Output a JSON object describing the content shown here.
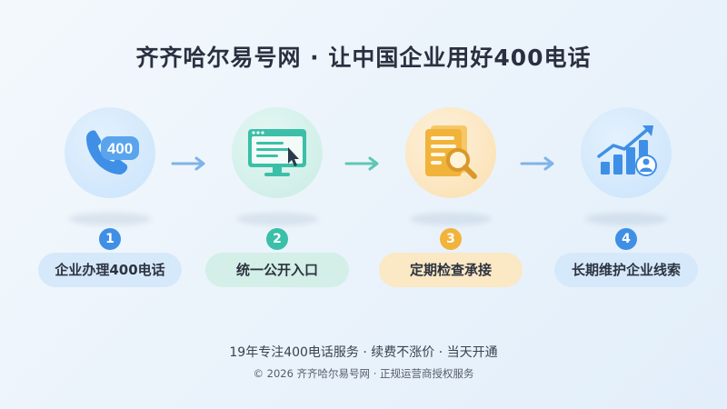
{
  "title": "齐齐哈尔易号网 · 让中国企业用好400电话",
  "steps": [
    {
      "number": "1",
      "label": "企业办理400电话",
      "icon": "phone-400-icon",
      "color": "#3f8fe6"
    },
    {
      "number": "2",
      "label": "统一公开入口",
      "icon": "monitor-cursor-icon",
      "color": "#3bbfa8"
    },
    {
      "number": "3",
      "label": "定期检查承接",
      "icon": "document-magnifier-icon",
      "color": "#f2b33a"
    },
    {
      "number": "4",
      "label": "长期维护企业线索",
      "icon": "growth-chart-icon",
      "color": "#3f8fe6"
    }
  ],
  "badge_text": "400",
  "footer": {
    "tagline": "19年专注400电话服务 · 续费不涨价 · 当天开通",
    "copyright": "© 2026 齐齐哈尔易号网 · 正规运营商授权服务"
  }
}
